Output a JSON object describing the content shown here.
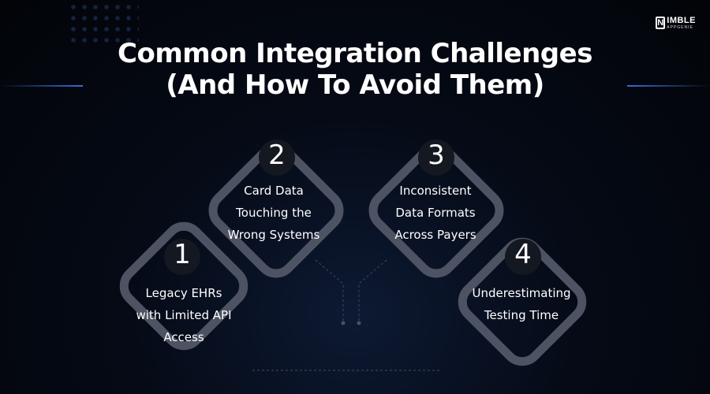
{
  "brand": {
    "name": "IMBLE",
    "mark": "N",
    "tagline": "APPGENIE"
  },
  "title": {
    "line1": "Common Integration Challenges",
    "line2": "(And How To Avoid Them)"
  },
  "challenges": [
    {
      "number": "1",
      "lines": [
        "Legacy EHRs",
        "with Limited API",
        "Access"
      ]
    },
    {
      "number": "2",
      "lines": [
        "Card Data",
        "Touching the",
        "Wrong Systems"
      ]
    },
    {
      "number": "3",
      "lines": [
        "Inconsistent",
        "Data Formats",
        "Across Payers"
      ]
    },
    {
      "number": "4",
      "lines": [
        "Underestimating",
        "Testing Time"
      ]
    }
  ]
}
